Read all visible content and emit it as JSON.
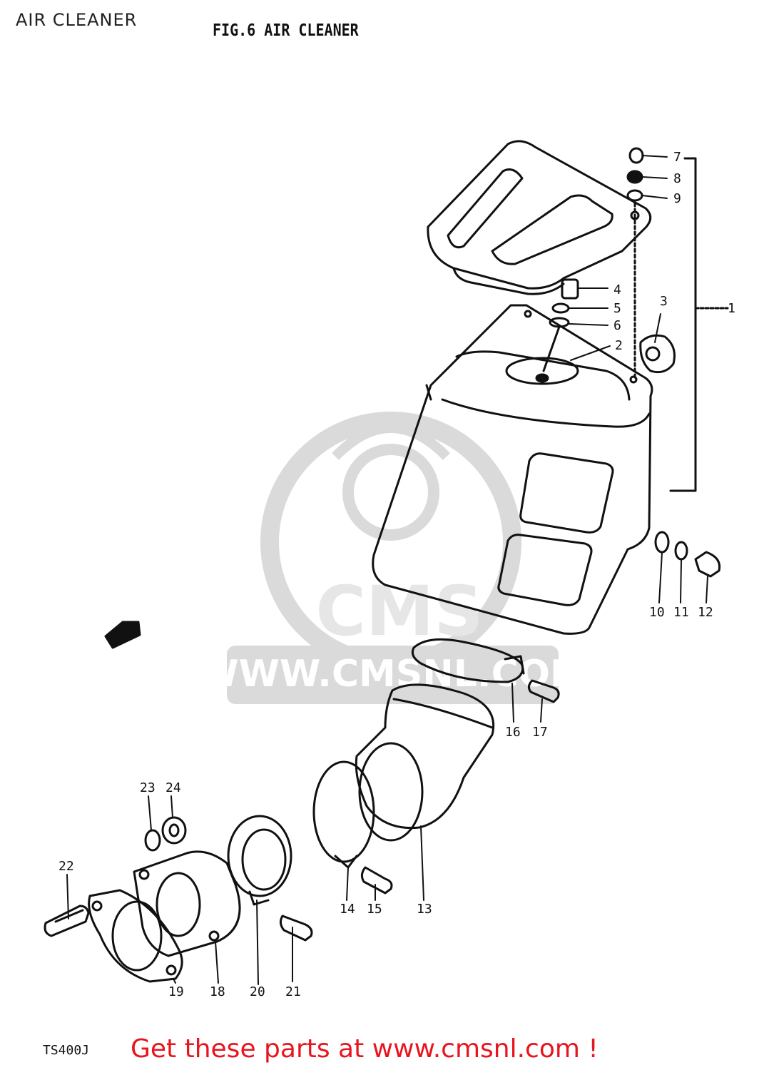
{
  "header": {
    "title": "AIR CLEANER",
    "figure_title": "FIG.6  AIR CLEANER"
  },
  "footer": {
    "model": "TS400J",
    "cta": "Get these parts at www.cmsnl.com !"
  },
  "watermark": {
    "logo_text": "CMS",
    "url": "WWW.CMSNL.COM"
  },
  "part_numbers": [
    "1",
    "2",
    "3",
    "4",
    "5",
    "6",
    "7",
    "8",
    "9",
    "10",
    "11",
    "12",
    "13",
    "14",
    "15",
    "16",
    "17",
    "18",
    "19",
    "20",
    "21",
    "22",
    "23",
    "24"
  ],
  "colors": {
    "cta": "#e8141e",
    "line": "#111111",
    "watermark": "#d4d4d4"
  }
}
